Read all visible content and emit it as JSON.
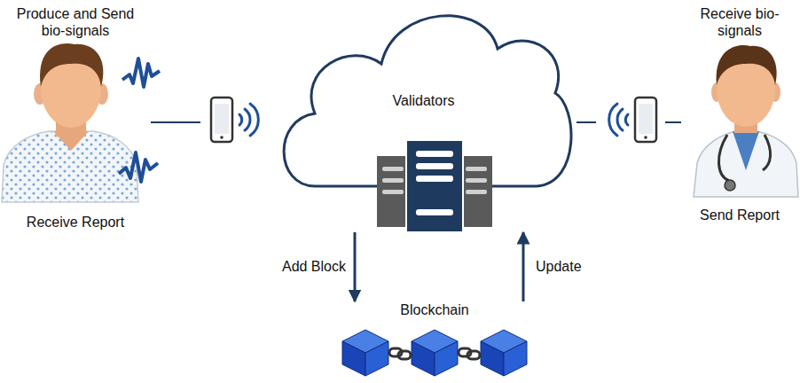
{
  "diagram": {
    "nodes": [
      {
        "text": [
          "Produce and Send bio-signals",
          "Receive Report"
        ]
      },
      {
        "text": [
          "Validators"
        ]
      },
      {
        "text": [
          "Receive bio-signals",
          "Send Report"
        ]
      },
      {
        "text": [
          "Blockchain"
        ]
      }
    ],
    "edges": [
      {
        "from": 0,
        "to": 1,
        "arrow": "none"
      },
      {
        "from": 1,
        "to": 2,
        "arrow": "none"
      },
      {
        "from": 1,
        "to": 3,
        "label": "Add Block",
        "arrow": "to"
      },
      {
        "from": 3,
        "to": 1,
        "label": "Update",
        "arrow": "to"
      }
    ]
  }
}
